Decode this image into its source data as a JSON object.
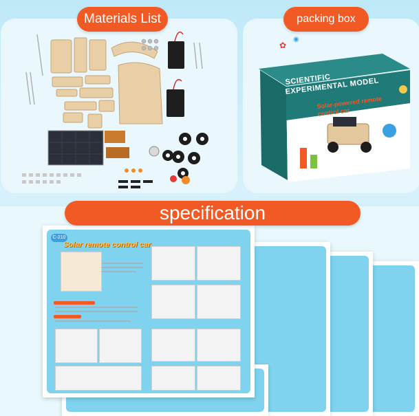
{
  "labels": {
    "materials_list": "Materials List",
    "packing_box": "packing box",
    "specification": "specification"
  },
  "box": {
    "title_line1": "SCIENTIFIC",
    "title_line2": "EXPERIMENTAL MODEL",
    "product_name": "Solar-powered remote control car"
  },
  "manual": {
    "title": "Solar remote control car",
    "code": "C-210"
  },
  "colors": {
    "accent": "#f15a24",
    "box_green": "#1f7a78",
    "page_blue": "#7fd3ef",
    "background": "#c8ecf9"
  }
}
